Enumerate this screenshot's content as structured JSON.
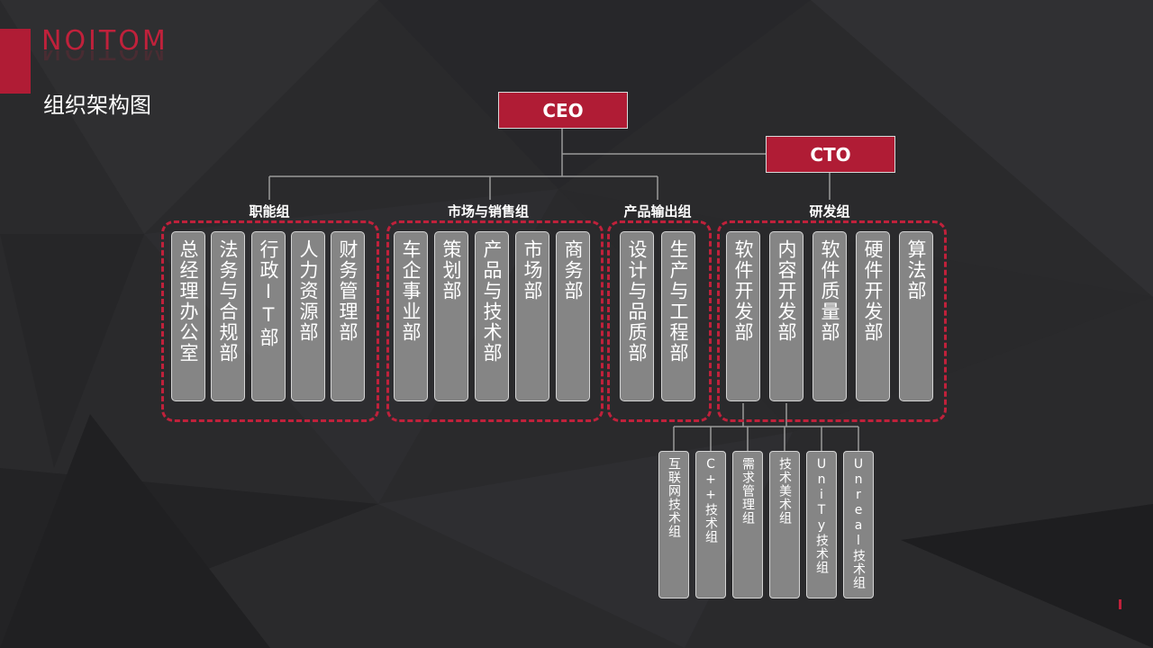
{
  "brand": {
    "logo_text": "NOITOM"
  },
  "page_title": "组织架构图",
  "executives": {
    "ceo": "CEO",
    "cto": "CTO"
  },
  "groups": [
    {
      "label": "职能组",
      "departments": [
        "总经理办公室",
        "法务与合规部",
        "行政IT部",
        "人力资源部",
        "财务管理部"
      ]
    },
    {
      "label": "市场与销售组",
      "departments": [
        "车企事业部",
        "策划部",
        "产品与技术部",
        "市场部",
        "商务部"
      ]
    },
    {
      "label": "产品输出组",
      "departments": [
        "设计与品质部",
        "生产与工程部"
      ]
    },
    {
      "label": "研发组",
      "departments": [
        "软件开发部",
        "内容开发部",
        "软件质量部",
        "硬件开发部",
        "算法部"
      ]
    }
  ],
  "rd_teams": [
    "互联网技术组",
    "C++技术组",
    "需求管理组",
    "技术美术组",
    "UniTy技术组",
    "Unreal技术组"
  ],
  "colors": {
    "accent": "#b01c35",
    "background": "#2b2b2d",
    "box": "#858585",
    "line": "#9a9a9a"
  }
}
